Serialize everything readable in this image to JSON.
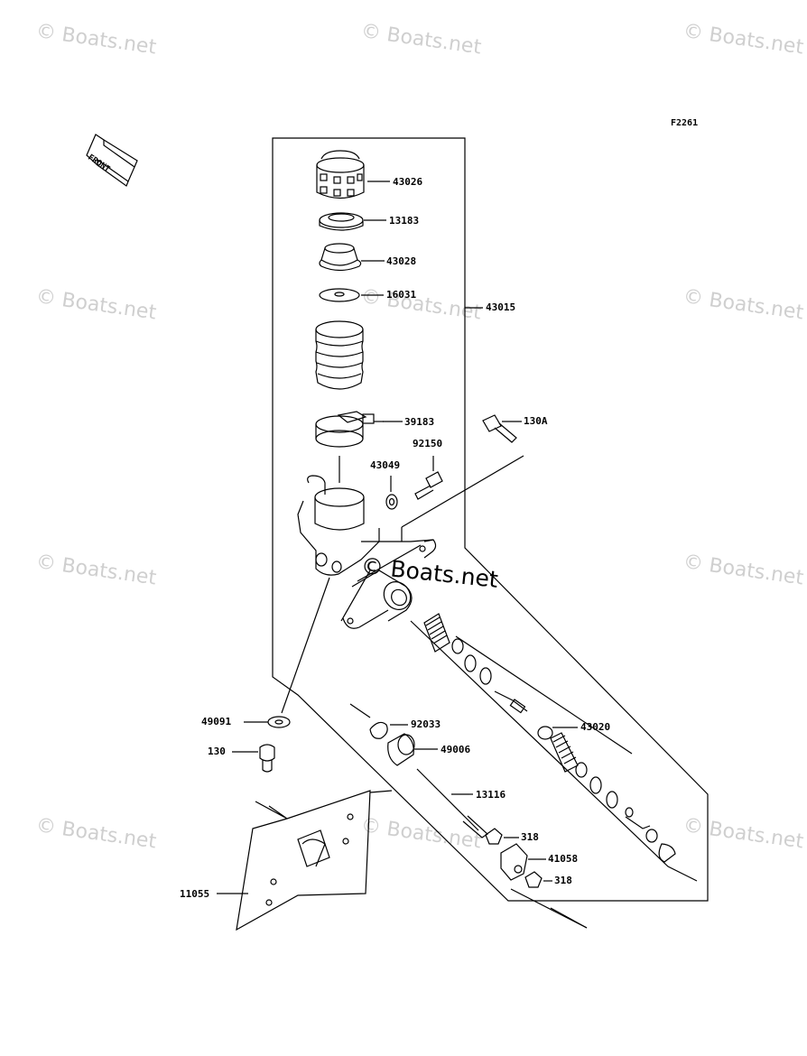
{
  "figure_code": "F2261",
  "front_label": "FRONT",
  "watermark": "© Boats.net",
  "watermark_center": "© Boats.net",
  "parts": {
    "p43026": "43026",
    "p13183": "13183",
    "p43028": "43028",
    "p16031": "16031",
    "p43015": "43015",
    "p39183": "39183",
    "p130A": "130A",
    "p92150": "92150",
    "p43049": "43049",
    "p43020": "43020",
    "p49091": "49091",
    "p92033": "92033",
    "p130": "130",
    "p49006": "49006",
    "p13116": "13116",
    "p318a": "318",
    "p41058": "41058",
    "p318b": "318",
    "p11055": "11055"
  }
}
